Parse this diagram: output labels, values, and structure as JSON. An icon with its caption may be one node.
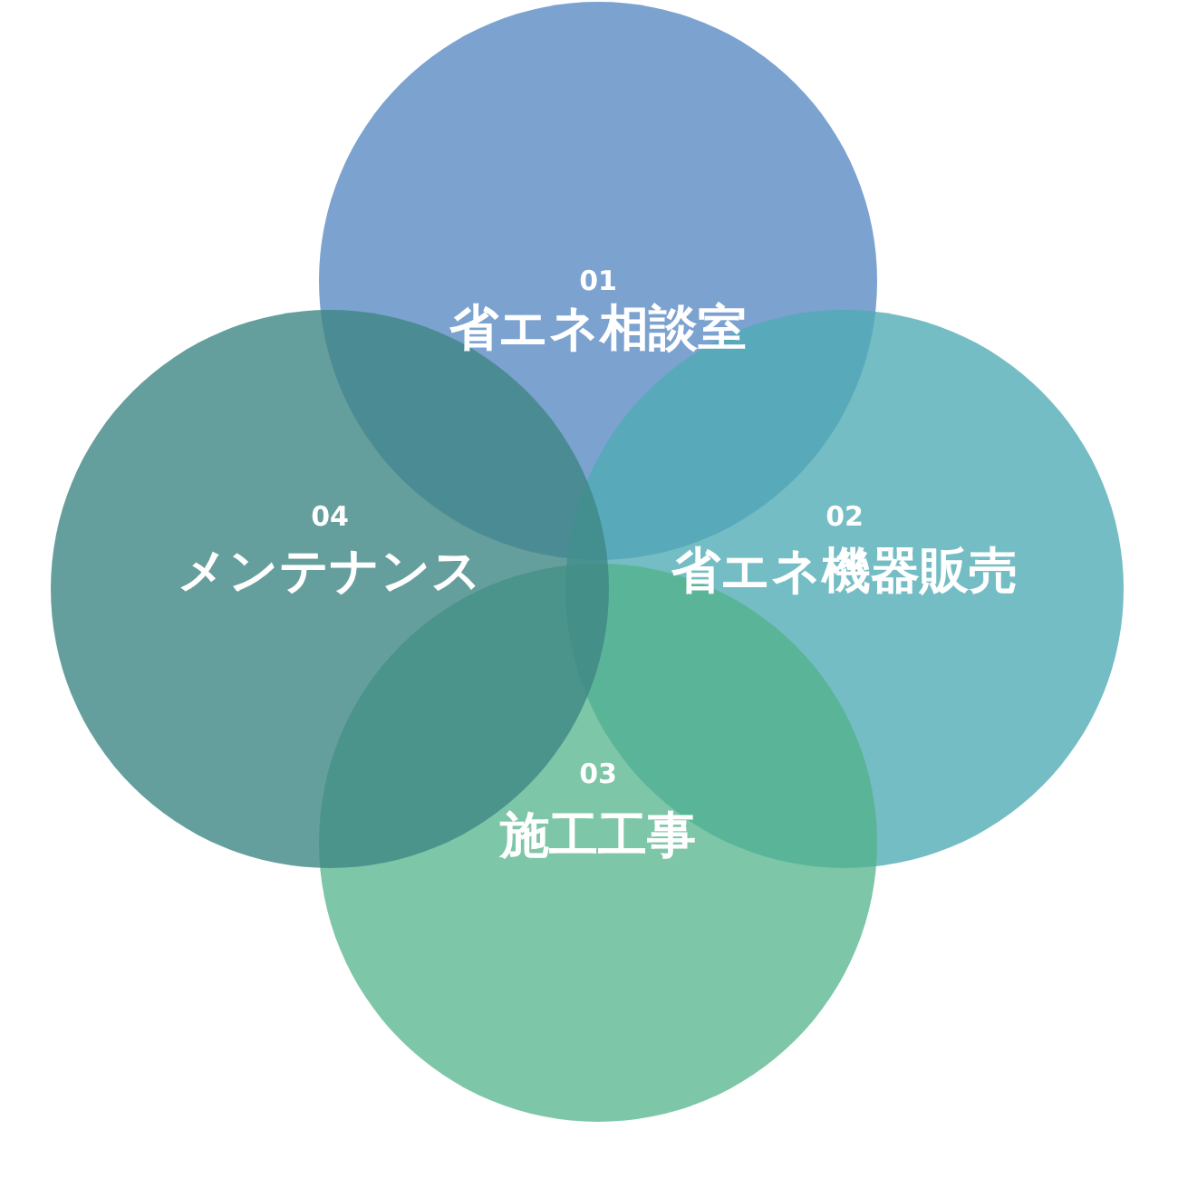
{
  "diagram": {
    "nodes": [
      {
        "text": [
          "01",
          "省エネ相談室"
        ]
      },
      {
        "text": [
          "02",
          "省エネ機器販売"
        ]
      },
      {
        "text": [
          "03",
          "施工工事"
        ]
      },
      {
        "text": [
          "04",
          "メンテナンス"
        ]
      }
    ]
  }
}
